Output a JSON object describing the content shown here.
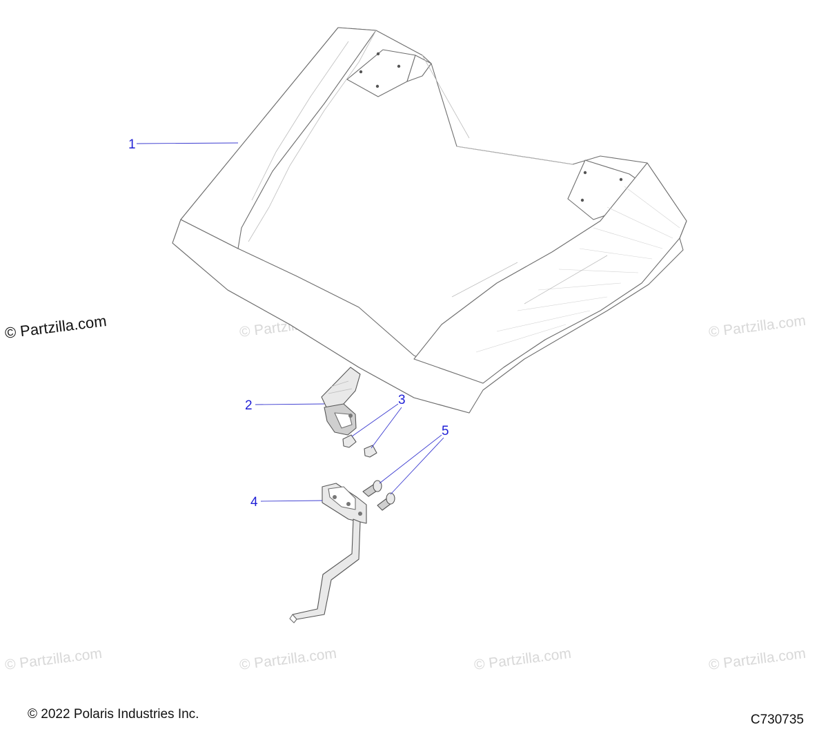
{
  "callouts": [
    {
      "number": "1",
      "part": "hood panel"
    },
    {
      "number": "2",
      "part": "hood latch catch"
    },
    {
      "number": "3",
      "part": "screws (2)"
    },
    {
      "number": "4",
      "part": "latch bracket"
    },
    {
      "number": "5",
      "part": "bolts (2)"
    }
  ],
  "watermarks": {
    "primary": "© Partzilla.com",
    "faint": "© Partzilla.com"
  },
  "footer": {
    "copyright": "© 2022 Polaris Industries Inc.",
    "diagram_code": "C730735"
  },
  "colors": {
    "callout": "#1f1fd6",
    "outline": "#6d6d6d",
    "watermark": "#d8d8d8"
  }
}
